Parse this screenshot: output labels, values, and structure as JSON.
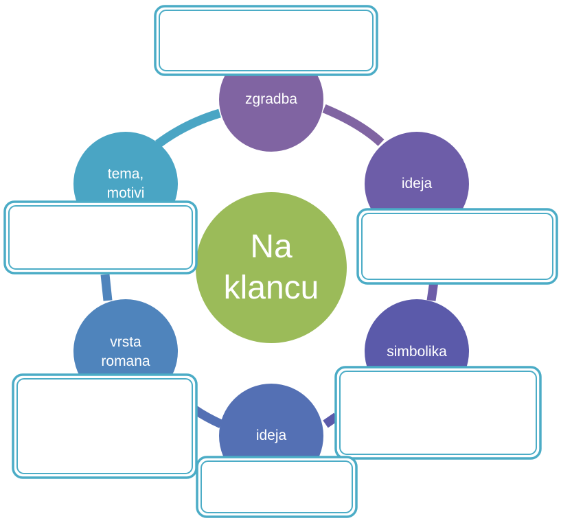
{
  "center": {
    "label_line1": "Na",
    "label_line2": "klancu",
    "color": "#9bbb59"
  },
  "nodes": [
    {
      "label_line1": "zgradba",
      "label_line2": "",
      "color": "#8064a2"
    },
    {
      "label_line1": "ideja",
      "label_line2": "",
      "color": "#6d5da8"
    },
    {
      "label_line1": "simbolika",
      "label_line2": "",
      "color": "#5b5aaa"
    },
    {
      "label_line1": "ideja",
      "label_line2": "",
      "color": "#5470b4"
    },
    {
      "label_line1": "vrsta",
      "label_line2": "romana",
      "color": "#4f84bc"
    },
    {
      "label_line1": "tema,",
      "label_line2": "motivi",
      "color": "#4aa5c4"
    }
  ],
  "ring_colors": [
    "#8064a2",
    "#6d5da8",
    "#5b5aaa",
    "#5470b4",
    "#4f84bc",
    "#4aa5c4"
  ],
  "textbox_border_color": "#4bacc6"
}
